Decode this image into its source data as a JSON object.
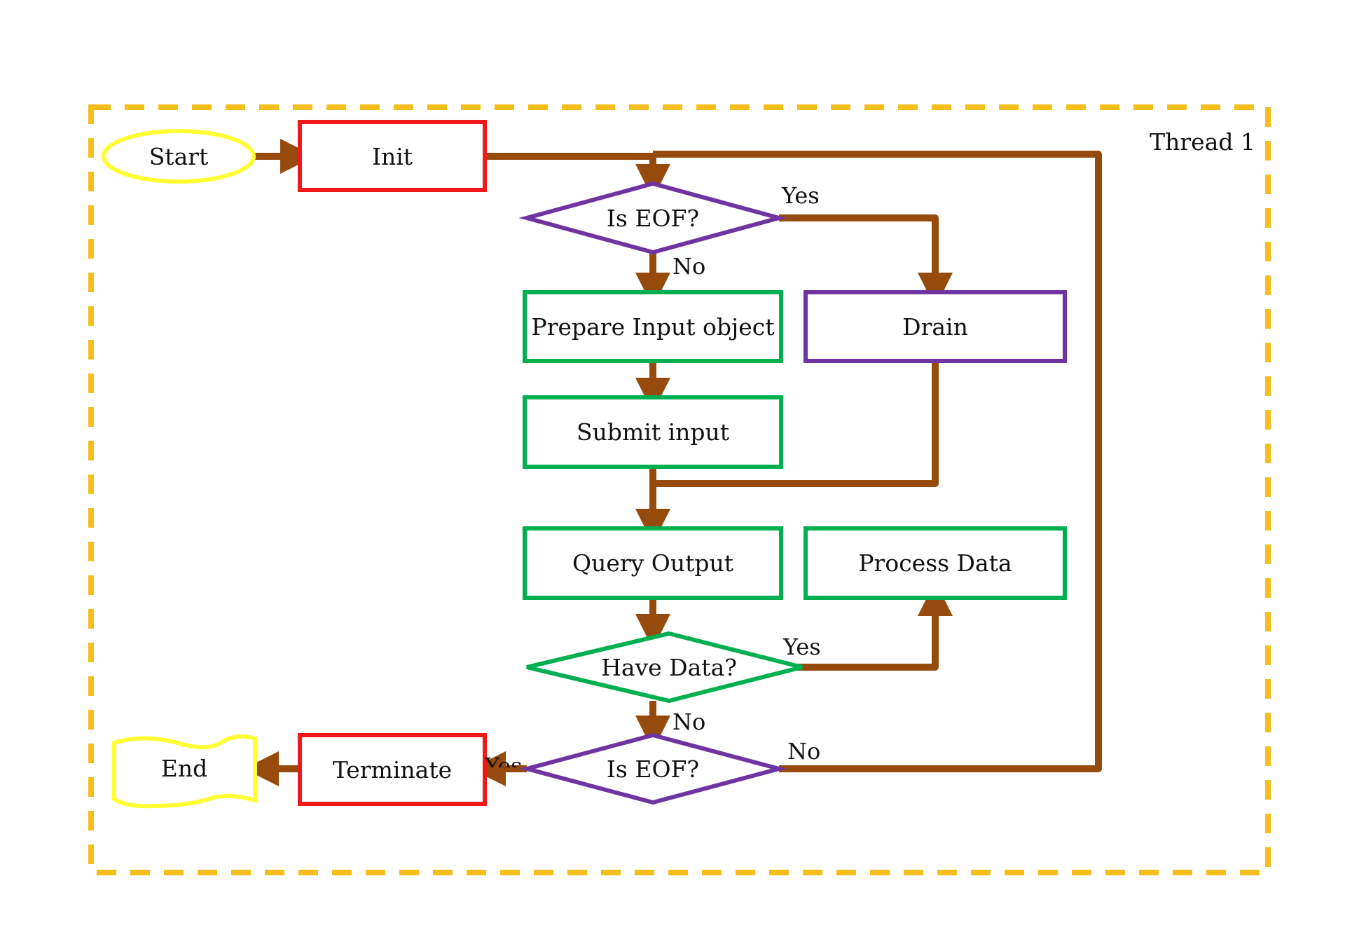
{
  "diagram": {
    "container_label": "Thread 1",
    "nodes": {
      "start": "Start",
      "init": "Init",
      "is_eof_1": "Is EOF?",
      "prepare_input": "Prepare Input object",
      "drain": "Drain",
      "submit_input": "Submit input",
      "query_output": "Query Output",
      "process_data": "Process Data",
      "have_data": "Have Data?",
      "is_eof_2": "Is EOF?",
      "terminate": "Terminate",
      "end": "End"
    },
    "edge_labels": {
      "eof1_yes": "Yes",
      "eof1_no": "No",
      "have_data_yes": "Yes",
      "have_data_no": "No",
      "eof2_no": "No",
      "eof2_yes": "Yes"
    }
  },
  "colors": {
    "arrow": "#964B0D",
    "container": "#F5BE1A",
    "start_end": "#FFFF33",
    "red_box": "#F01919",
    "purple_box": "#7034A0",
    "green_box": "#00B050"
  }
}
